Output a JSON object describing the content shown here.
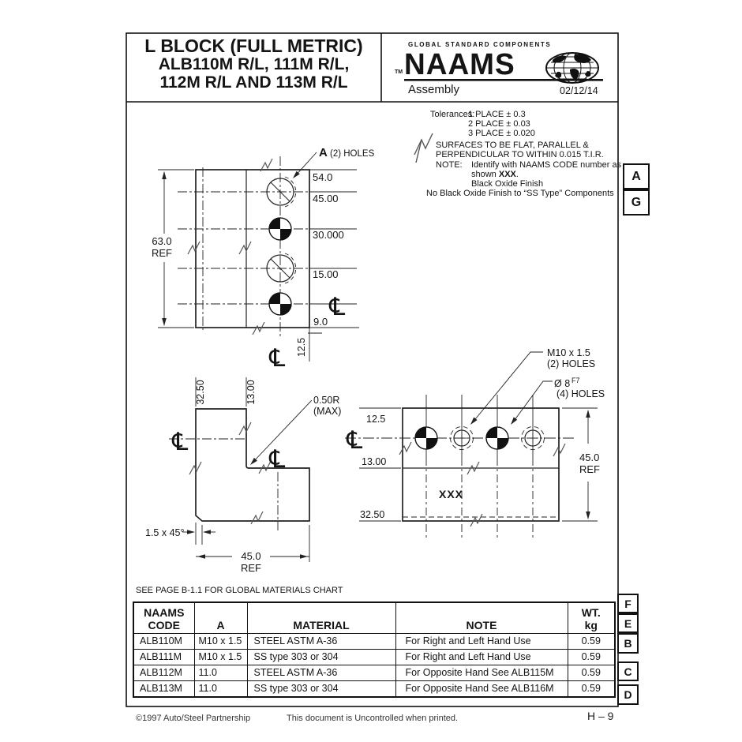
{
  "page": {
    "title_line1": "L BLOCK (FULL METRIC)",
    "title_line2": "ALB110M R/L, 111M R/L,",
    "title_line3": "112M R/L AND 113M R/L",
    "materials_note": "SEE PAGE B-1.1 FOR GLOBAL MATERIALS CHART",
    "footer_copyright": "©1997 Auto/Steel Partnership",
    "footer_notice": "This document is Uncontrolled when printed.",
    "page_number": "H – 9"
  },
  "logo": {
    "tagline": "GLOBAL STANDARD COMPONENTS",
    "brand": "NAAMS",
    "tm": "TM",
    "subtitle": "Assembly",
    "date": "02/12/14"
  },
  "notes": {
    "tolerances_label": "Tolerances:",
    "tol1": "1 PLACE ± 0.3",
    "tol2": "2 PLACE ± 0.03",
    "tol3": "3 PLACE ± 0.020",
    "surface1": "SURFACES TO BE FLAT, PARALLEL &",
    "surface2": "PERPENDICULAR TO WITHIN 0.015 T.I.R.",
    "note_label": "NOTE:",
    "note1": "Identify with NAAMS CODE number as",
    "note2a": "shown ",
    "note2b": "XXX",
    "note2c": ".",
    "note3": "Black Oxide Finish",
    "note4": "No Black Oxide Finish to “SS Type” Components"
  },
  "symbols": {
    "centerline": "℄"
  },
  "front_view": {
    "hole_label_a": "A",
    "hole_label_holes": "(2) HOLES",
    "dim_63": "63.0",
    "dim_63_ref": "REF",
    "dim_54": "54.0",
    "dim_45": "45.00",
    "dim_30": "30.000",
    "dim_15": "15.00",
    "dim_9": "9.0",
    "dim_12_5": "12.5"
  },
  "side_view": {
    "dim_32_50": "32.50",
    "dim_13_00": "13.00",
    "radius_line1": "0.50R",
    "radius_line2": "(MAX)",
    "chamfer": "1.5 x 45°",
    "dim_45": "45.0",
    "dim_45_ref": "REF"
  },
  "top_view": {
    "m10_line1": "M10 x 1.5",
    "m10_line2": "(2) HOLES",
    "dia8": "Ø 8",
    "dia8_sup": "F7",
    "dia8_line2": "(4) HOLES",
    "dim_12_5": "12.5",
    "dim_13_00": "13.00",
    "dim_32_50": "32.50",
    "dim_45": "45.0",
    "dim_45_ref": "REF",
    "part_mark": "XXX"
  },
  "markers": {
    "top": [
      "A",
      "G"
    ],
    "bottom": [
      "F",
      "E",
      "B",
      "C",
      "D"
    ]
  },
  "table": {
    "headers": {
      "code1": "NAAMS",
      "code2": "CODE",
      "a": "A",
      "material": "MATERIAL",
      "note": "NOTE",
      "wt1": "WT.",
      "wt2": "kg"
    },
    "rows": [
      {
        "code": "ALB110M",
        "a": "M10 x 1.5",
        "material": "STEEL ASTM A-36",
        "note": "For Right and Left Hand Use",
        "wt": "0.59"
      },
      {
        "code": "ALB111M",
        "a": "M10 x 1.5",
        "material": "SS type 303 or 304",
        "note": "For Right and Left Hand Use",
        "wt": "0.59"
      },
      {
        "code": "ALB112M",
        "a": "11.0",
        "material": "STEEL ASTM A-36",
        "note": "For Opposite Hand See ALB115M",
        "wt": "0.59"
      },
      {
        "code": "ALB113M",
        "a": "11.0",
        "material": "SS type 303 or 304",
        "note": "For Opposite Hand See ALB116M",
        "wt": "0.59"
      }
    ]
  }
}
